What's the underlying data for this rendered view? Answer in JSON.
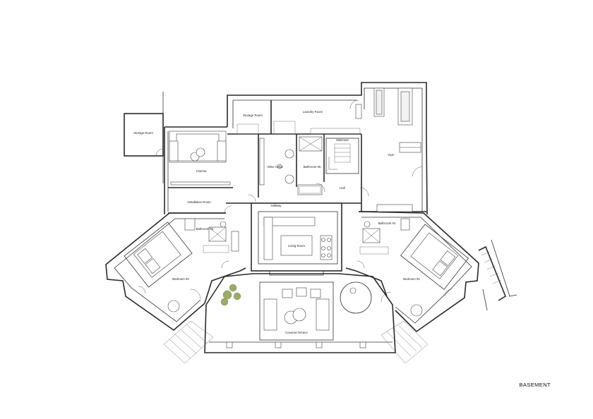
{
  "floor_label": "BASEMENT",
  "rooms": {
    "storage_room_outside": "Storage Room",
    "storage_room": "Storage Room",
    "laundry_room": "Laundry Room",
    "cinema": "Cinema",
    "wine_cellar": "Wine Cellar",
    "bathroom_05": "Bathroom 05",
    "staircase": "Staircase",
    "hall": "Hall",
    "gym": "Gym",
    "installation_room": "Installation Room",
    "hallway": "Hallway",
    "bathroom_03": "Bathroom 03",
    "bathroom_04": "Bathroom 04",
    "living_room": "Living Room",
    "bedroom_03": "Bedroom 03",
    "bedroom_04": "Bedroom 04",
    "covered_terrace": "Covered Terrace"
  }
}
